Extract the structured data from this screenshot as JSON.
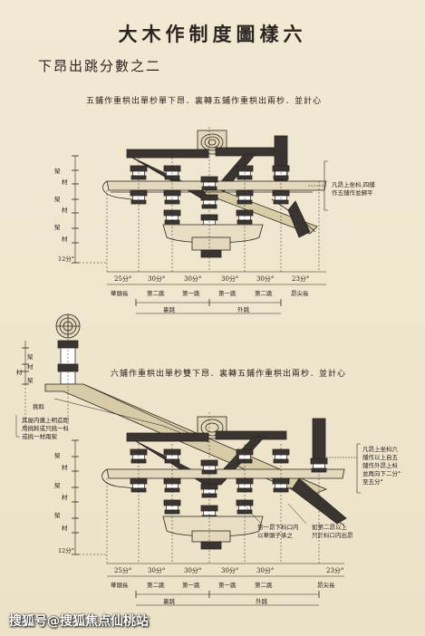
{
  "title": "大木作制度圖樣六",
  "subtitle": "下昂出跳分數之二",
  "figure1": {
    "caption": "五鋪作重栱出單杪單下昂．裏轉五鋪作重栱出兩杪．並計心",
    "note": "凡昂上坐枓,四鋪\n作五鋪作並歸平",
    "side_labels": [
      "栔",
      "材",
      "栔",
      "材",
      "栔",
      "材"
    ],
    "side_bottom": "12分°",
    "dims": [
      "25分°",
      "30分°",
      "30分°",
      "30分°",
      "30分°",
      "23分°"
    ],
    "parts": [
      "華頭長",
      "第二跳",
      "第一跳",
      "第一跳",
      "第二跳",
      "昂尖長"
    ],
    "groups": [
      "裏跳",
      "外跳"
    ]
  },
  "figure2": {
    "caption": "六鋪作重栱出單杪雙下昂．裏轉五鋪作重栱出兩杪．並計心",
    "left_labels": [
      "栔",
      "材",
      "栔"
    ],
    "left_top_label": "材",
    "beam_label": "挑斡",
    "note_left": "其屋内徹上明造即\n用挑斡或只挑一枓\n或挑一材兩栔",
    "note_right": "凡昂上坐枓六\n鋪作以上自五\n鋪作外昂上枓\n並再向下二分°\n至五分°",
    "note_c1": "第一昂下枓口内\n以華頭子承之",
    "note_c2": "如第二昂以上\n只於枓口内出昂",
    "side_labels": [
      "栔",
      "材",
      "栔",
      "材",
      "栔",
      "材"
    ],
    "side_bottom": "12分°",
    "dims": [
      "25分°",
      "30分°",
      "30分°",
      "30分°",
      "30分°",
      "23分°"
    ],
    "parts": [
      "華頭長",
      "第二跳",
      "第一跳",
      "第一跳",
      "第二跳",
      "昂尖長"
    ],
    "groups": [
      "裏跳",
      "外跳"
    ]
  },
  "watermark": "搜狐号@搜狐焦点仙桃站"
}
